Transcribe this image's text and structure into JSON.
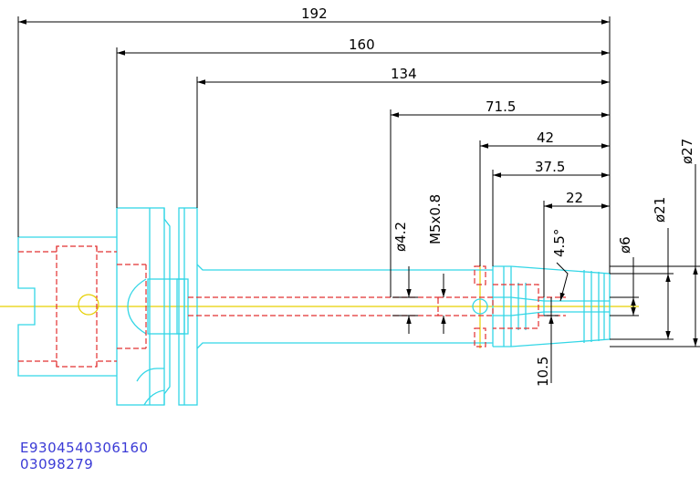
{
  "colors": {
    "outline": "#33d6e6",
    "hidden": "#e23030",
    "centerline": "#e6d000",
    "dimension": "#000000",
    "part_text": "#3a3ad6"
  },
  "dimensions": {
    "d192": "192",
    "d160": "160",
    "d134": "134",
    "d71_5": "71.5",
    "d42": "42",
    "d37_5": "37.5",
    "d22": "22",
    "dia27": "ø27",
    "dia21": "ø21",
    "dia6": "ø6",
    "dia4_2": "ø4.2",
    "thread": "M5x0.8",
    "angle": "4.5°",
    "d10_5": "10.5"
  },
  "part_numbers": {
    "line1": "E9304540306160",
    "line2": "03098279"
  }
}
